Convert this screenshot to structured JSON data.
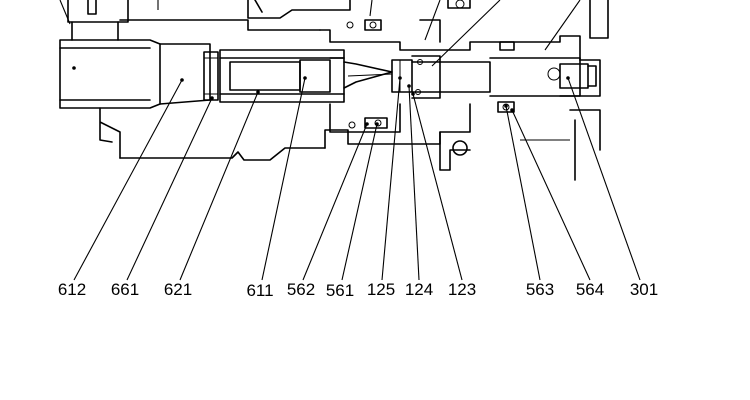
{
  "callouts": [
    {
      "id": "612"
    },
    {
      "id": "661"
    },
    {
      "id": "621"
    },
    {
      "id": "611"
    },
    {
      "id": "562"
    },
    {
      "id": "561"
    },
    {
      "id": "125"
    },
    {
      "id": "124"
    },
    {
      "id": "123"
    },
    {
      "id": "563"
    },
    {
      "id": "564"
    },
    {
      "id": "301"
    }
  ]
}
